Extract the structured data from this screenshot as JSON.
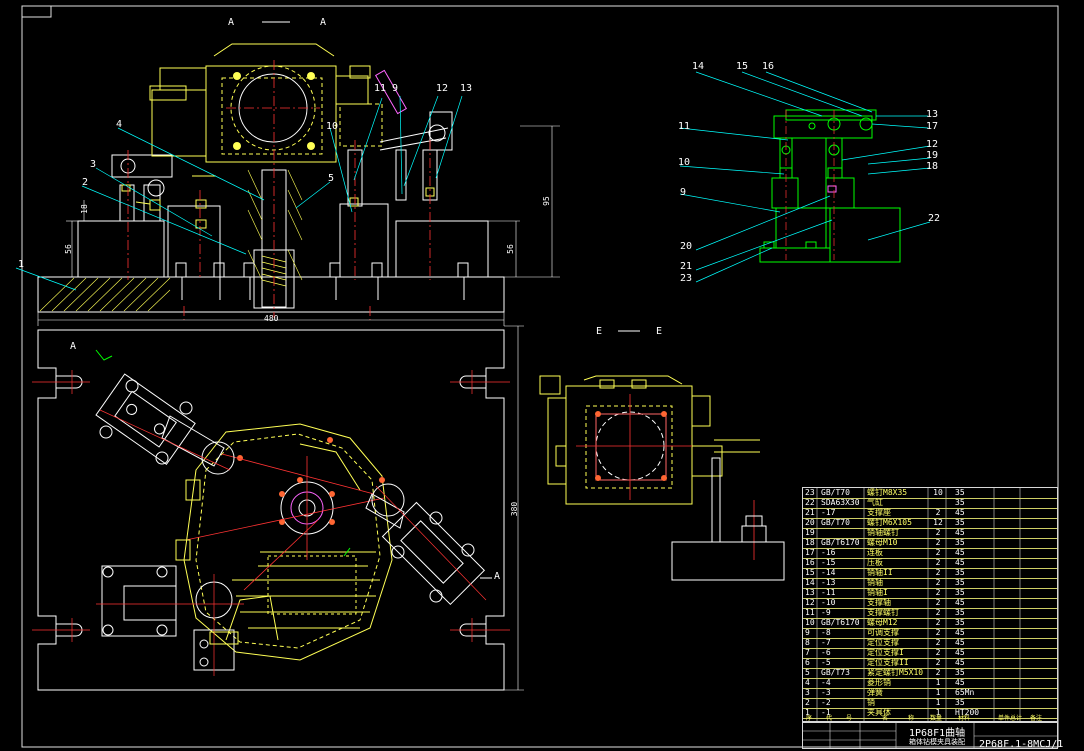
{
  "views": {
    "section_a": {
      "label_left": "A",
      "label_right": "A"
    },
    "section_e": {
      "label_left": "E",
      "label_right": "E"
    },
    "plan_marks": {
      "tl": "A",
      "right": "A"
    }
  },
  "dimensions": {
    "width": "480",
    "depth": "380",
    "height_total": "95",
    "height_right": "56",
    "height_left": "56",
    "height_small": "18"
  },
  "balloons_front": [
    "1",
    "2",
    "3",
    "4",
    "5",
    "9",
    "10",
    "11",
    "12",
    "13"
  ],
  "balloons_detail": [
    "9",
    "10",
    "11",
    "12",
    "13",
    "14",
    "15",
    "16",
    "17",
    "18",
    "19",
    "20",
    "21",
    "22",
    "23"
  ],
  "bom": [
    {
      "no": "23",
      "std": "GB/T70",
      "name": "螺钉M8X35",
      "qty": "10",
      "mat": "35"
    },
    {
      "no": "22",
      "std": "SDA63X30",
      "name": "气缸",
      "qty": "",
      "mat": "35"
    },
    {
      "no": "21",
      "std": "-17",
      "name": "支撑座",
      "qty": "2",
      "mat": "45"
    },
    {
      "no": "20",
      "std": "GB/T70",
      "name": "螺钉M6X105",
      "qty": "12",
      "mat": "35"
    },
    {
      "no": "19",
      "std": "",
      "name": "销轴螺钉",
      "qty": "2",
      "mat": "45"
    },
    {
      "no": "18",
      "std": "GB/T6170",
      "name": "螺母M10",
      "qty": "2",
      "mat": "35"
    },
    {
      "no": "17",
      "std": "-16",
      "name": "连板",
      "qty": "2",
      "mat": "45"
    },
    {
      "no": "16",
      "std": "-15",
      "name": "压板",
      "qty": "2",
      "mat": "45"
    },
    {
      "no": "15",
      "std": "-14",
      "name": "销轴II",
      "qty": "2",
      "mat": "35"
    },
    {
      "no": "14",
      "std": "-13",
      "name": "销轴",
      "qty": "2",
      "mat": "35"
    },
    {
      "no": "13",
      "std": "-11",
      "name": "销轴I",
      "qty": "2",
      "mat": "35"
    },
    {
      "no": "12",
      "std": "-10",
      "name": "支撑轴",
      "qty": "2",
      "mat": "45"
    },
    {
      "no": "11",
      "std": "-9",
      "name": "支撑螺钉",
      "qty": "2",
      "mat": "35"
    },
    {
      "no": "10",
      "std": "GB/T6170",
      "name": "螺母M12",
      "qty": "2",
      "mat": "35"
    },
    {
      "no": "9",
      "std": "-8",
      "name": "可调支撑",
      "qty": "2",
      "mat": "45"
    },
    {
      "no": "8",
      "std": "-7",
      "name": "定位支撑",
      "qty": "2",
      "mat": "45"
    },
    {
      "no": "7",
      "std": "-6",
      "name": "定位支撑I",
      "qty": "2",
      "mat": "45"
    },
    {
      "no": "6",
      "std": "-5",
      "name": "定位支撑II",
      "qty": "2",
      "mat": "45"
    },
    {
      "no": "5",
      "std": "GB/T73",
      "name": "紧定螺钉M5X10",
      "qty": "2",
      "mat": "35"
    },
    {
      "no": "4",
      "std": "-4",
      "name": "菱形销",
      "qty": "1",
      "mat": "45"
    },
    {
      "no": "3",
      "std": "-3",
      "name": "弹簧",
      "qty": "1",
      "mat": "65Mn"
    },
    {
      "no": "2",
      "std": "-2",
      "name": "销",
      "qty": "1",
      "mat": "35"
    },
    {
      "no": "1",
      "std": "-1",
      "name": "夹具体",
      "qty": "1",
      "mat": "HT200"
    }
  ],
  "bom_header": [
    "序",
    "代",
    "号",
    "名",
    "称",
    "数量",
    "材料",
    "单件",
    "总计",
    "备注"
  ],
  "title_block": {
    "part_name": "1P68F1曲轴",
    "part_sub": "箱体钻模夹具装配",
    "drawing_no": "2P68F.1-8MCJ/1"
  },
  "colors": {
    "outline": "#ffffff",
    "part": "#ffff55",
    "hidden": "#ffff55",
    "center": "#ff3333",
    "hole": "#ff66ff",
    "leader": "#00ffff",
    "cylinder": "#00ff00",
    "hatch": "#ffff00"
  }
}
